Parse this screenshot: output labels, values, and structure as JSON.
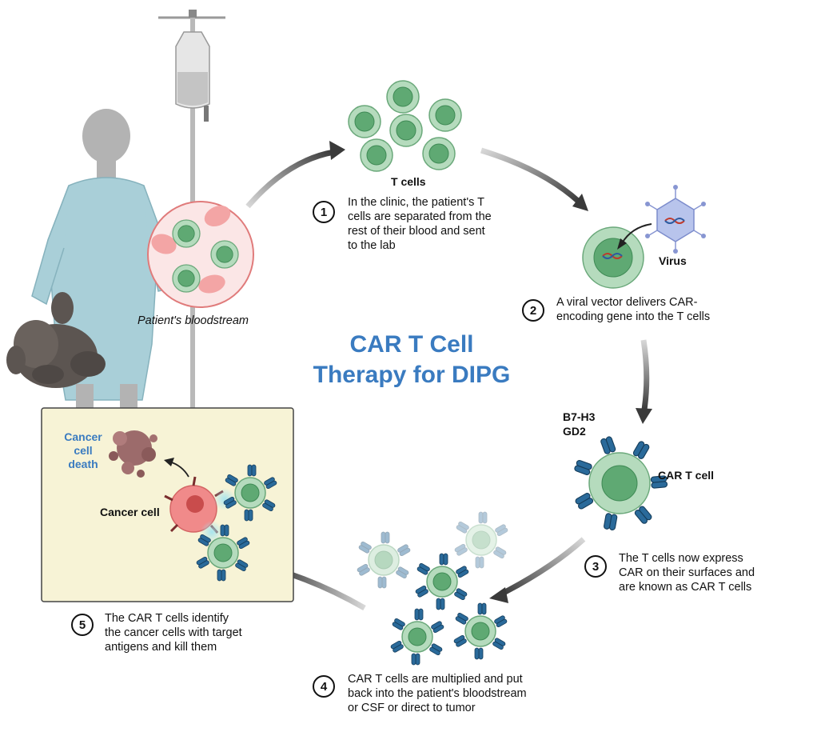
{
  "title": {
    "line1": "CAR T Cell",
    "line2": "Therapy for DIPG"
  },
  "labels": {
    "t_cells": "T cells",
    "virus": "Virus",
    "bloodstream": "Patient's bloodstream",
    "antigen1": "B7-H3",
    "antigen2": "GD2",
    "car_t_cell": "CAR T cell",
    "cancer_cell": "Cancer cell",
    "cancer_death": [
      "Cancer",
      "cell",
      "death"
    ]
  },
  "steps": [
    {
      "num": "1",
      "lines": [
        "In the clinic, the patient's T",
        "cells are separated from the",
        "rest of their blood and sent",
        "to the lab"
      ]
    },
    {
      "num": "2",
      "lines": [
        "A viral vector delivers CAR-",
        "encoding gene into the T cells"
      ]
    },
    {
      "num": "3",
      "lines": [
        "The T cells now express",
        "CAR on their surfaces and",
        "are known as CAR T cells"
      ]
    },
    {
      "num": "4",
      "lines": [
        "CAR T cells are multiplied and put",
        "back into the patient's bloodstream",
        "or CSF or direct to tumor"
      ]
    },
    {
      "num": "5",
      "lines": [
        "The CAR T cells identify",
        "the cancer cells with target",
        "antigens and kill them"
      ]
    }
  ],
  "colors": {
    "title_blue": "#3a7bc0",
    "cell_green": "#7fbf8f",
    "receptor_blue": "#2a6a9a",
    "cancer_pink": "#f08a8a",
    "panel_yellow": "#f7f3d6",
    "gown_blue": "#a9cfd8",
    "arrow_gray": "#4a4a4a"
  }
}
